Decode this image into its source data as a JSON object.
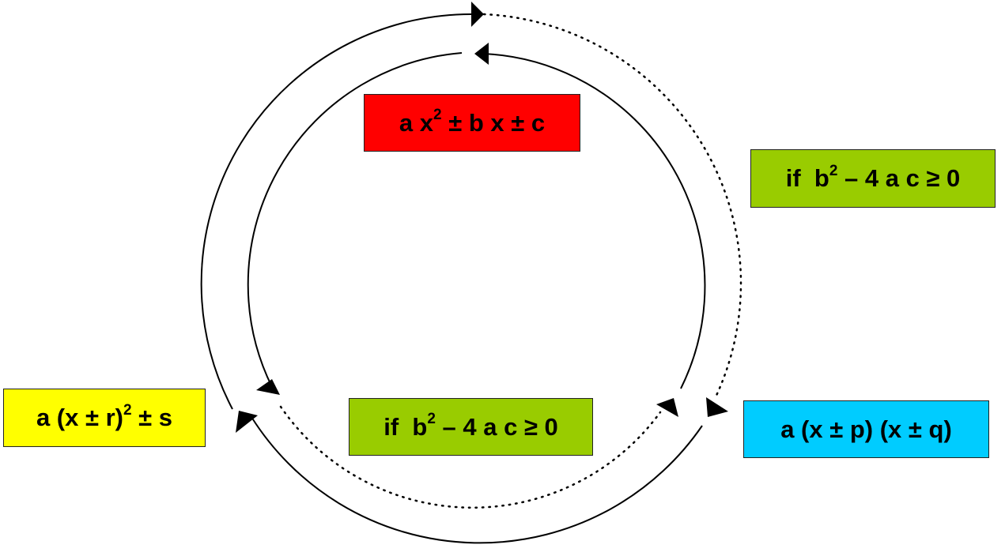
{
  "diagram": {
    "colors": {
      "standard_form": "#ff0000",
      "condition": "#99cc00",
      "vertex_form": "#ffff00",
      "factored_form": "#00ccff",
      "line": "#000000",
      "border": "#222222"
    },
    "standard_form": {
      "a": "a x",
      "exp": "2",
      "rest": " ± b x ± c"
    },
    "condition_right": {
      "a": "if  b",
      "exp": "2",
      "rest": " – 4 a c ≥ 0"
    },
    "vertex_form": {
      "a": "a (x ± r)",
      "exp": "2",
      "rest": " ± s"
    },
    "condition_center": {
      "a": "if  b",
      "exp": "2",
      "rest": " – 4 a c ≥ 0"
    },
    "factored_form": {
      "text": "a (x ± p) (x ± q)"
    }
  }
}
